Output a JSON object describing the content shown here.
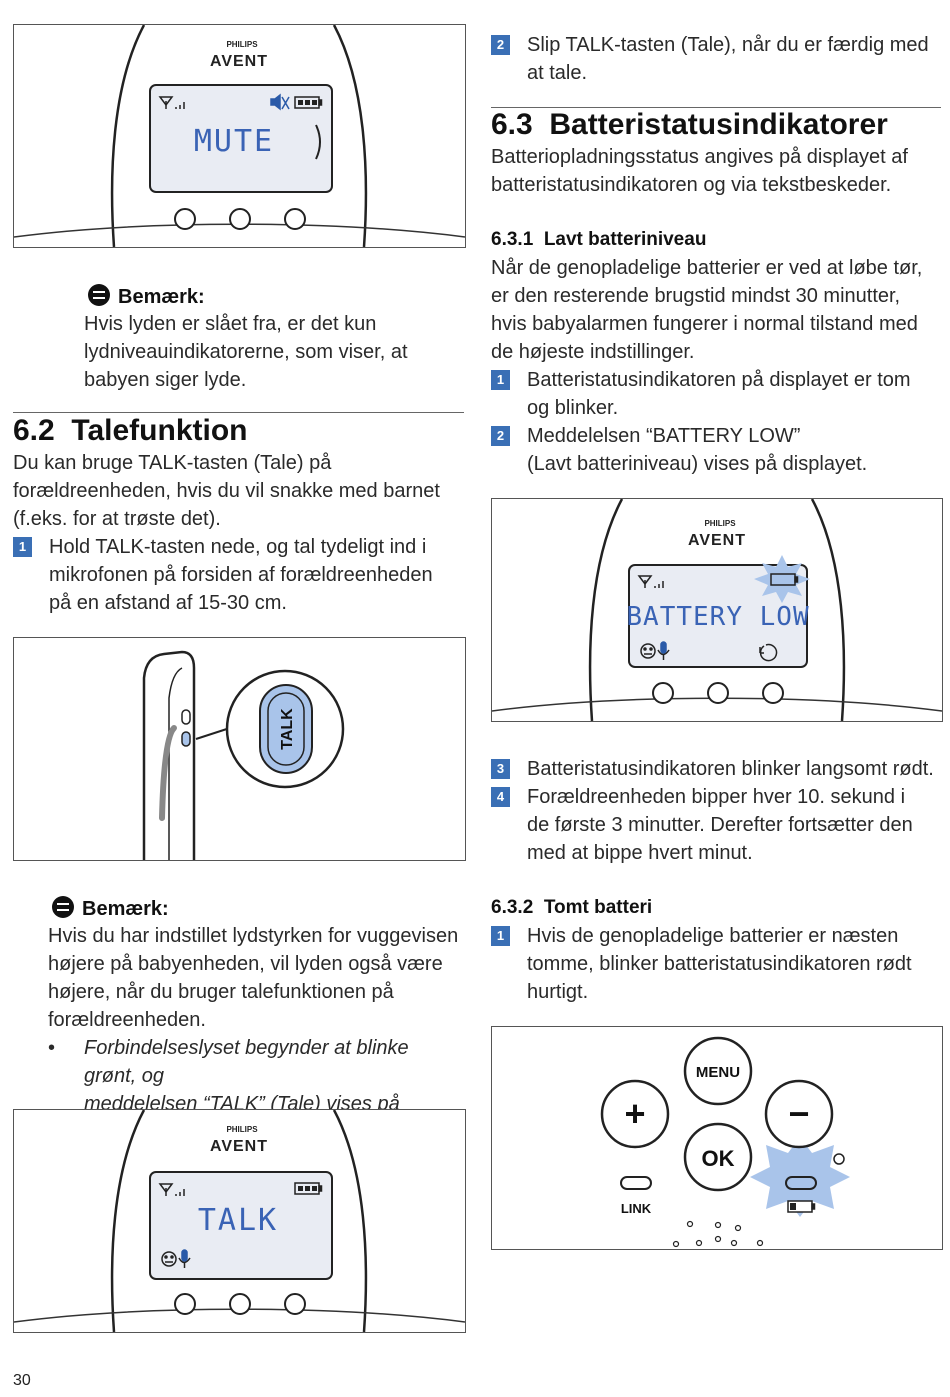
{
  "page_number": "30",
  "figures": {
    "mute": {
      "brand_small": "PHILIPS",
      "brand": "AVENT",
      "display": "MUTE"
    },
    "talk_side": {
      "button": "TALK"
    },
    "talk_display": {
      "brand_small": "PHILIPS",
      "brand": "AVENT",
      "display": "TALK"
    },
    "battery_low": {
      "brand_small": "PHILIPS",
      "brand": "AVENT",
      "display": "BATTERY LOW"
    },
    "keypad": {
      "plus": "+",
      "minus": "−",
      "menu": "MENU",
      "ok": "OK",
      "link": "LINK"
    }
  },
  "left": {
    "note1": {
      "title": "Bemærk:",
      "lines": [
        "Hvis lyden er slået fra, er det kun",
        "lydniveauindikatorerne, som viser, at",
        "babyen siger lyde."
      ]
    },
    "section_6_2": {
      "title": "6.2  Talefunktion",
      "intro": [
        "Du kan bruge TALK-tasten (Tale) på",
        "forældreenheden, hvis du vil snakke med barnet",
        "(f.eks. for at trøste det)."
      ],
      "step1_num": "1",
      "step1": [
        "Hold TALK-tasten nede, og tal tydeligt ind i",
        "mikrofonen på forsiden af forældreenheden",
        "på en afstand af 15-30 cm."
      ]
    },
    "note2": {
      "title": "Bemærk:",
      "lines": [
        "Hvis du har indstillet lydstyrken for vuggevisen",
        "højere på babyenheden, vil lyden også være",
        "højere, når du bruger talefunktionen på",
        "forældreenheden."
      ],
      "bullet": "•",
      "bullet_lines": [
        "Forbindelseslyset begynder at blinke grønt, og",
        "meddelelsen “TALK” (Tale) vises på displayet."
      ]
    }
  },
  "right": {
    "step2_num": "2",
    "step2": [
      "Slip TALK-tasten (Tale), når du er færdig med",
      "at tale."
    ],
    "section_6_3": {
      "title": "6.3  Batteristatusindikatorer",
      "intro": [
        "Batteriopladningsstatus angives på displayet af",
        "batteristatusindikatoren og via tekstbeskeder."
      ]
    },
    "section_6_3_1": {
      "title": "6.3.1  Lavt batteriniveau",
      "intro": [
        "Når de genopladelige batterier er ved at løbe tør,",
        "er den resterende brugstid mindst 30 minutter,",
        "hvis babyalarmen fungerer i normal tilstand med",
        "de højeste indstillinger."
      ],
      "steps": [
        {
          "num": "1",
          "lines": [
            "Batteristatusindikatoren på displayet er tom",
            "og blinker."
          ]
        },
        {
          "num": "2",
          "lines": [
            "Meddelelsen “BATTERY LOW”",
            "(Lavt batteriniveau) vises på displayet."
          ]
        },
        {
          "num": "3",
          "lines": [
            "Batteristatusindikatoren blinker langsomt rødt."
          ]
        },
        {
          "num": "4",
          "lines": [
            "Forældreenheden bipper hver 10. sekund i",
            "de første 3 minutter. Derefter fortsætter den",
            "med at bippe hvert minut."
          ]
        }
      ]
    },
    "section_6_3_2": {
      "title": "6.3.2  Tomt batteri",
      "step1_num": "1",
      "step1": [
        "Hvis de genopladelige batterier er næsten",
        "tomme, blinker batteristatusindikatoren rødt",
        "hurtigt."
      ]
    }
  }
}
